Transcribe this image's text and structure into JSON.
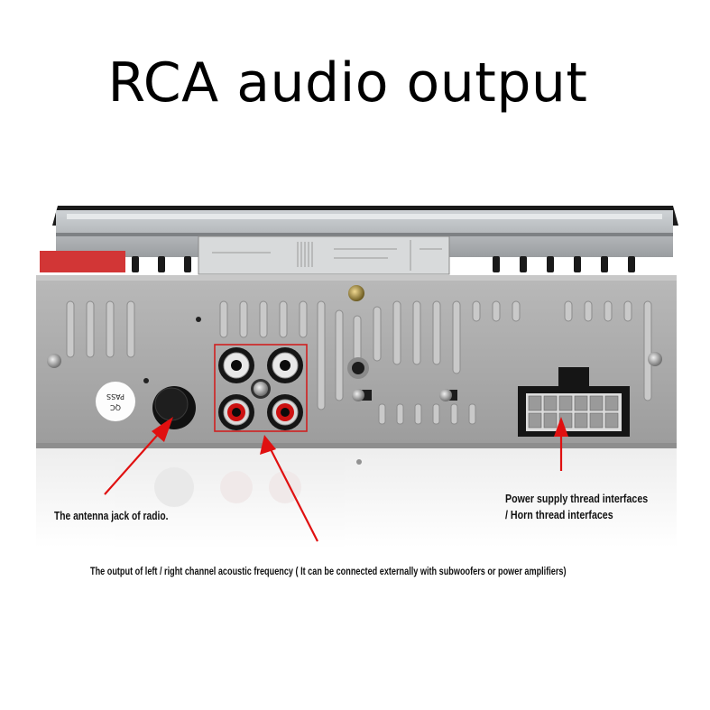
{
  "title": "RCA audio output",
  "product": {
    "name": "car radio rear panel",
    "qc_sticker": {
      "line1": "QC",
      "line2": "PASS"
    },
    "rca_jacks": [
      {
        "position": "top-left",
        "color": "white"
      },
      {
        "position": "top-right",
        "color": "white"
      },
      {
        "position": "bottom-left",
        "color": "red"
      },
      {
        "position": "bottom-right",
        "color": "red"
      }
    ],
    "connector_pins": 12
  },
  "annotations": {
    "antenna": "The antenna jack of radio.",
    "power_line1": "Power supply thread interfaces",
    "power_line2": "/ Horn thread interfaces",
    "rca_output": "The output of left / right channel acoustic frequency ( It can be connected externally with subwoofers or power amplifiers)"
  },
  "colors": {
    "arrow": "#e01010",
    "highlight_box": "#d02020",
    "metal": "#a9a9a9",
    "text": "#111111"
  }
}
